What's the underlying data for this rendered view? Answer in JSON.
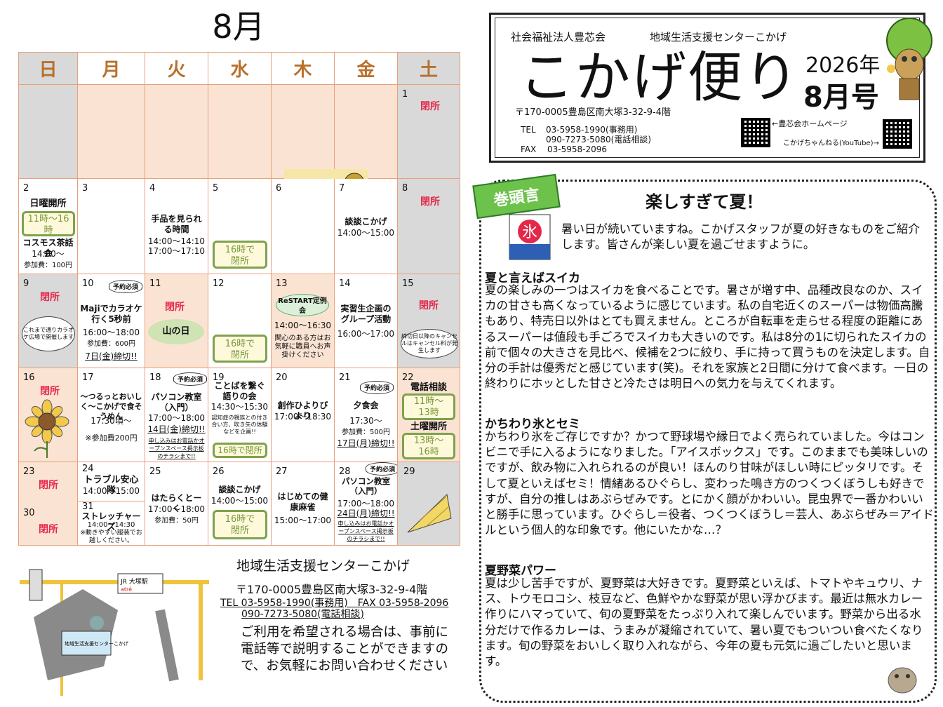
{
  "calendar": {
    "month": "8月",
    "weekdays": [
      "日",
      "月",
      "火",
      "水",
      "木",
      "金",
      "土"
    ],
    "closed_label": "閉所",
    "reservation_label": "予約必須",
    "days": {
      "d1": "1",
      "d2": "2",
      "d3": "3",
      "d4": "4",
      "d5": "5",
      "d6": "6",
      "d7": "7",
      "d8": "8",
      "d9": "9",
      "d10": "10",
      "d11": "11",
      "d12": "12",
      "d13": "13",
      "d14": "14",
      "d15": "15",
      "d16": "16",
      "d17": "17",
      "d18": "18",
      "d19": "19",
      "d20": "20",
      "d21": "21",
      "d22": "22",
      "d23": "23",
      "d24": "24",
      "d25": "25",
      "d26": "26",
      "d27": "27",
      "d28": "28",
      "d29": "29",
      "d30": "30",
      "d31": "31"
    },
    "e2": {
      "title": "日曜開所",
      "box": "11時～16時",
      "sub": "コスモス茶話会",
      "time": "14:00～",
      "fee": "参加費：100円"
    },
    "e4": {
      "title": "手品を見られる時間",
      "time1": "14:00～14:10",
      "time2": "17:00～17:10"
    },
    "e5": {
      "box": "16時で閉所"
    },
    "e7": {
      "title": "談談こかげ",
      "time": "14:00～15:00"
    },
    "e9": {
      "bubble": "これまで通りカラオケ広場で開催します"
    },
    "e10": {
      "title": "Majiでカラオケ行く5秒前",
      "time": "16:00～18:00",
      "fee": "参加費：600円",
      "deadline": "7日(金)締切!!"
    },
    "e11": {
      "title": "山の日"
    },
    "e12": {
      "box": "16時で閉所"
    },
    "e13": {
      "title": "ReSTART定例会",
      "time": "14:00～16:30",
      "note": "関心のある方はお気軽に職員へお声掛けください"
    },
    "e14": {
      "title": "実習生企画のグループ活動",
      "time": "16:00～17:00"
    },
    "e15": {
      "bubble": "締切日以降のキャンセルはキャンセル料が発生します"
    },
    "e17": {
      "title": "～つるっとおいしく～こかげで食そうめん",
      "time": "17:30頃～",
      "fee": "※参加費200円"
    },
    "e18": {
      "title": "パソコン教室（入門）",
      "time": "17:00～18:00",
      "deadline": "14日(金)締切!!",
      "note": "申し込みはお電話かオープンスペース掲示板のチラシまで!!"
    },
    "e19": {
      "title": "ことばを繋ぐ語りの会",
      "time": "14:30～15:30",
      "note": "認知症の親族との付き合い方、吹き矢の体験などを企画!!",
      "box": "16時で閉所"
    },
    "e20": {
      "title": "創作ひよりびより",
      "time": "17:00～18:30"
    },
    "e21": {
      "title": "夕食会",
      "time": "17:30～",
      "fee": "参加費：500円",
      "deadline": "17日(月)締切!!"
    },
    "e22": {
      "title1": "電話相談",
      "box1": "11時～13時",
      "title2": "土曜開所",
      "box2": "13時～16時"
    },
    "e24": {
      "title": "トラブル安心隊",
      "time": "14:00～15:00"
    },
    "e25": {
      "title": "はたらくとーく",
      "time": "17:00～18:00",
      "fee": "参加費：50円"
    },
    "e26": {
      "title": "談談こかげ",
      "time": "14:00～15:00",
      "box": "16時で閉所"
    },
    "e27": {
      "title": "はじめての健康麻雀",
      "time": "15:00～17:00"
    },
    "e28": {
      "title": "パソコン教室（入門）",
      "time": "17:00～18:00",
      "deadline": "24日(月)締切!!",
      "note": "申し込みはお電話かオープンスペース掲示板のチラシまで!!"
    },
    "e31": {
      "title": "ストレッチャーズ",
      "time": "14:00～14:30",
      "note": "※動きやすい服装でお越しください。"
    }
  },
  "header": {
    "org": "社会福祉法人豊芯会",
    "center": "地域生活支援センターこかげ",
    "title": "こかげ便り",
    "year": "2026年",
    "issue": "8月号",
    "address": "〒170-0005豊島区南大塚3-32-9-4階",
    "tel_label": "TEL",
    "tel1": "03-5958-1990(事務用)",
    "tel2": "090-7273-5080(電話相談)",
    "fax_label": "FAX",
    "fax": "03-5958-2096",
    "qr1_label": "←豊芯会ホームページ",
    "qr2_label": "こかげちゃんねる(YouTube)→"
  },
  "article": {
    "banner": "巻頭言",
    "ice_label": "氷",
    "title": "楽しすぎて夏！",
    "intro": "暑い日が続いていますね。こかげスタッフが夏の好きなものをご紹介します。皆さんが楽しい夏を過ごせますように。",
    "h1": "夏と言えばスイカ",
    "p1": "夏の楽しみの一つはスイカを食べることです。暑さが増す中、品種改良なのか、スイカの甘さも高くなっているように感じています。私の自宅近くのスーパーは物価高騰もあり、特売日以外はとても買えません。ところが自転車を走らせる程度の距離にあるスーパーは値段も手ごろでスイカも大きいのです。私は8分の1に切られたスイカの前で個々の大きさを見比べ、候補を2つに絞り、手に持って買うものを決定します。自分の手計は優秀だと感じています(笑)。それを家族と2日間に分けて食べます。一日の終わりにホッとした甘さと冷たさは明日への気力を与えてくれます。",
    "h2": "かちわり氷とセミ",
    "p2": "かちわり氷をご存じですか？かつて野球場や縁日でよく売られていました。今はコンビニで手に入るようになりました。「アイスボックス」です。このままでも美味しいのですが、飲み物に入れられるのが良い！ほんのり甘味がほしい時にピッタリです。そして夏といえばセミ！情緒あるひぐらし、変わった鳴き方のつくつくぼうしも好きですが、自分の推しはあぶらぜみです。とにかく顔がかわいい。昆虫界で一番かわいいと勝手に思っています。ひぐらし＝役者、つくつくぼうし＝芸人、あぶらぜみ＝アイドルという個人的な印象です。他にいたかな…？",
    "h3": "夏野菜パワー",
    "p3": "夏は少し苦手ですが、夏野菜は大好きです。夏野菜といえば、トマトやキュウリ、ナス、トウモロコシ、枝豆など、色鮮やかな野菜が思い浮かびます。最近は無水カレー作りにハマっていて、旬の夏野菜をたっぷり入れて楽しんでいます。野菜から出る水分だけで作るカレーは、うまみが凝縮されていて、暑い夏でもついつい食べたくなります。旬の野菜をおいしく取り入れながら、今年の夏も元気に過ごしたいと思います。"
  },
  "footer": {
    "center": "地域生活支援センターこかげ",
    "address": "〒170-0005豊島区南大塚3-32-9-4階",
    "tel_line": "TEL 03-5958-1990(事務用)　FAX 03-5958-2096",
    "tel2_line": "090-7273-5080(電話相談)",
    "notice": "ご利用を希望される場合は、事前に電話等で説明することができますので、お気軽にお問い合わせください"
  },
  "map": {
    "station": "JR 大塚駅",
    "station_sub": "atré",
    "center_label": "地域生活支援センターこかげ"
  },
  "colors": {
    "grid": "#e8a07a",
    "closed": "#e4284a",
    "green": "#7fa24c",
    "gray": "#d9d9d9",
    "peach": "#fbe3d3"
  }
}
